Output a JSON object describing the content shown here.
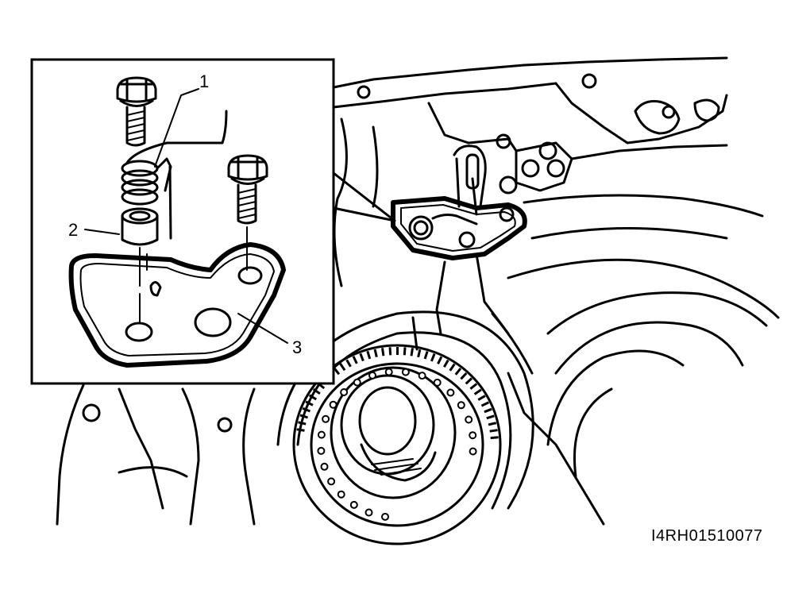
{
  "callouts": [
    {
      "id": "1",
      "label": "1"
    },
    {
      "id": "2",
      "label": "2"
    },
    {
      "id": "3",
      "label": "3"
    }
  ],
  "figure_code": "I4RH01510077",
  "colors": {
    "line": "#000000",
    "background": "#ffffff"
  }
}
